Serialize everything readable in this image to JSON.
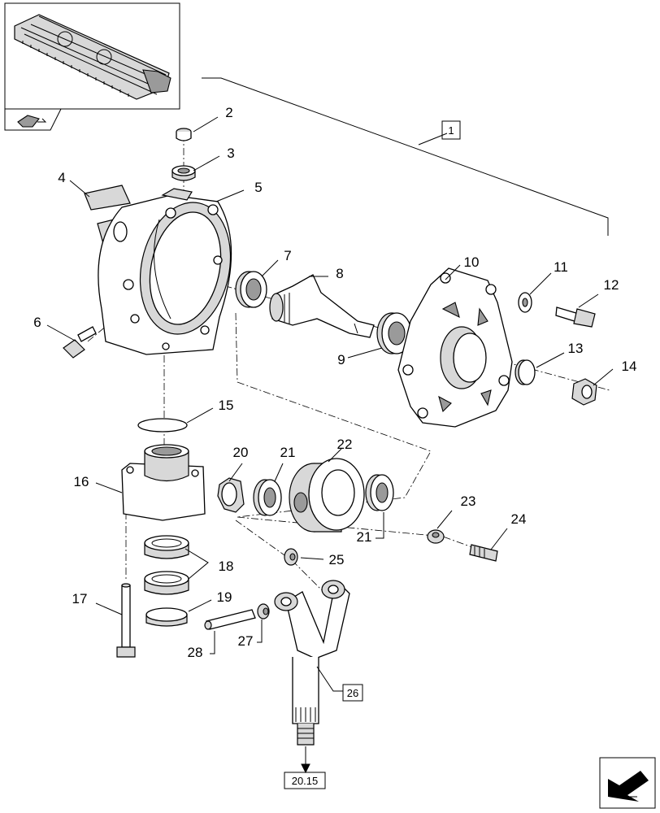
{
  "callouts": {
    "c1": "1",
    "c2": "2",
    "c3": "3",
    "c4": "4",
    "c5": "5",
    "c6": "6",
    "c7": "7",
    "c8": "8",
    "c9": "9",
    "c10": "10",
    "c11": "11",
    "c12": "12",
    "c13": "13",
    "c14": "14",
    "c15": "15",
    "c16": "16",
    "c17": "17",
    "c18": "18",
    "c19": "19",
    "c20": "20",
    "c21a": "21",
    "c21b": "21",
    "c22": "22",
    "c23": "23",
    "c24": "24",
    "c25": "25",
    "c26": "26",
    "c27": "27",
    "c28": "28"
  },
  "reference": {
    "label": "20.15"
  },
  "icons": {
    "thumbnail": "header-machine-thumbnail",
    "back": "return-arrow-icon",
    "nav": "navigation-arrow-icon"
  }
}
